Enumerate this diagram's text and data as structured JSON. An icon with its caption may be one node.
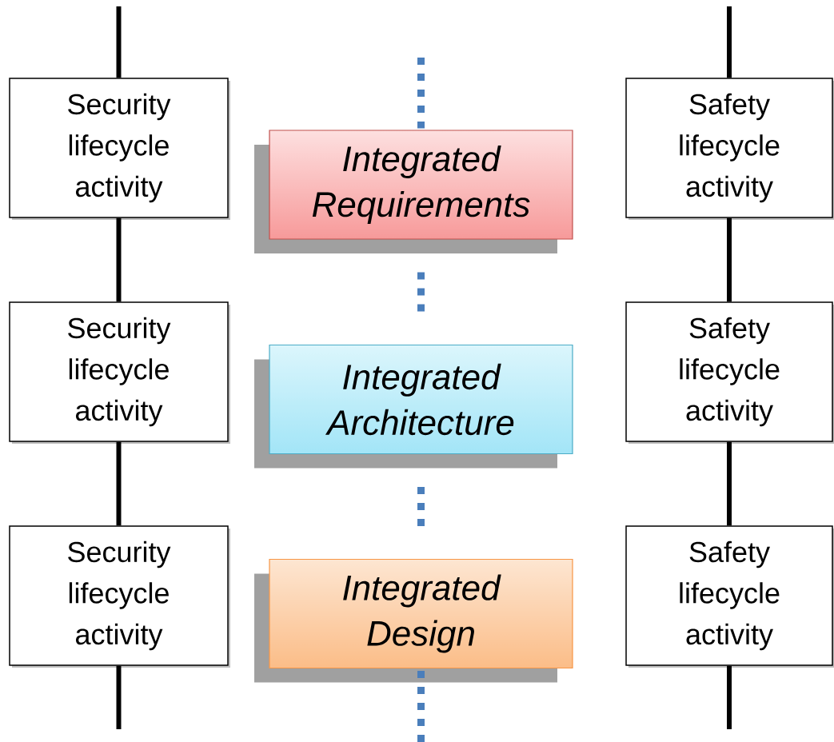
{
  "diagram": {
    "nodes": [
      {
        "text": [
          "Security lifecycle activity"
        ]
      },
      {
        "text": [
          "Integrated Requirements"
        ]
      },
      {
        "text": [
          "Safety lifecycle activity"
        ]
      },
      {
        "text": [
          "Security lifecycle activity"
        ]
      },
      {
        "text": [
          "Integrated Architecture"
        ]
      },
      {
        "text": [
          "Safety lifecycle activity"
        ]
      },
      {
        "text": [
          "Security lifecycle activity"
        ]
      },
      {
        "text": [
          "Integrated Design"
        ]
      },
      {
        "text": [
          "Safety lifecycle activity"
        ]
      }
    ],
    "edges": [
      {
        "from": null,
        "to": 0,
        "arrow": "none"
      },
      {
        "from": 0,
        "to": 3,
        "arrow": "none"
      },
      {
        "from": 3,
        "to": 6,
        "arrow": "none"
      },
      {
        "from": 6,
        "to": null,
        "arrow": "none"
      },
      {
        "from": null,
        "to": 2,
        "arrow": "none"
      },
      {
        "from": 2,
        "to": 5,
        "arrow": "none"
      },
      {
        "from": 5,
        "to": 8,
        "arrow": "none"
      },
      {
        "from": 8,
        "to": null,
        "arrow": "none"
      },
      {
        "from": null,
        "to": 1,
        "arrow": "none",
        "style": "dashed",
        "color": "#4a7ebb"
      },
      {
        "from": 1,
        "to": 4,
        "arrow": "none",
        "style": "dashed",
        "color": "#4a7ebb"
      },
      {
        "from": 4,
        "to": 7,
        "arrow": "none",
        "style": "dashed",
        "color": "#4a7ebb"
      },
      {
        "from": 7,
        "to": null,
        "arrow": "none",
        "style": "dashed",
        "color": "#4a7ebb"
      }
    ]
  }
}
